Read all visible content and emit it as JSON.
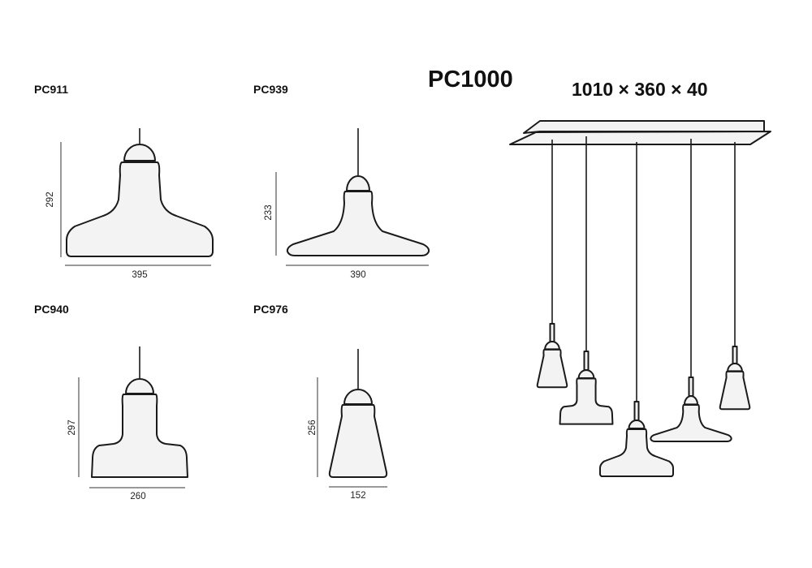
{
  "products": [
    {
      "code": "PC911",
      "height": "292",
      "width": "395"
    },
    {
      "code": "PC939",
      "height": "233",
      "width": "390"
    },
    {
      "code": "PC940",
      "height": "297",
      "width": "260"
    },
    {
      "code": "PC976",
      "height": "256",
      "width": "152"
    }
  ],
  "composition": {
    "code": "PC1000",
    "dimensions": "1010 × 360 × 40",
    "pendant_count": 5
  }
}
